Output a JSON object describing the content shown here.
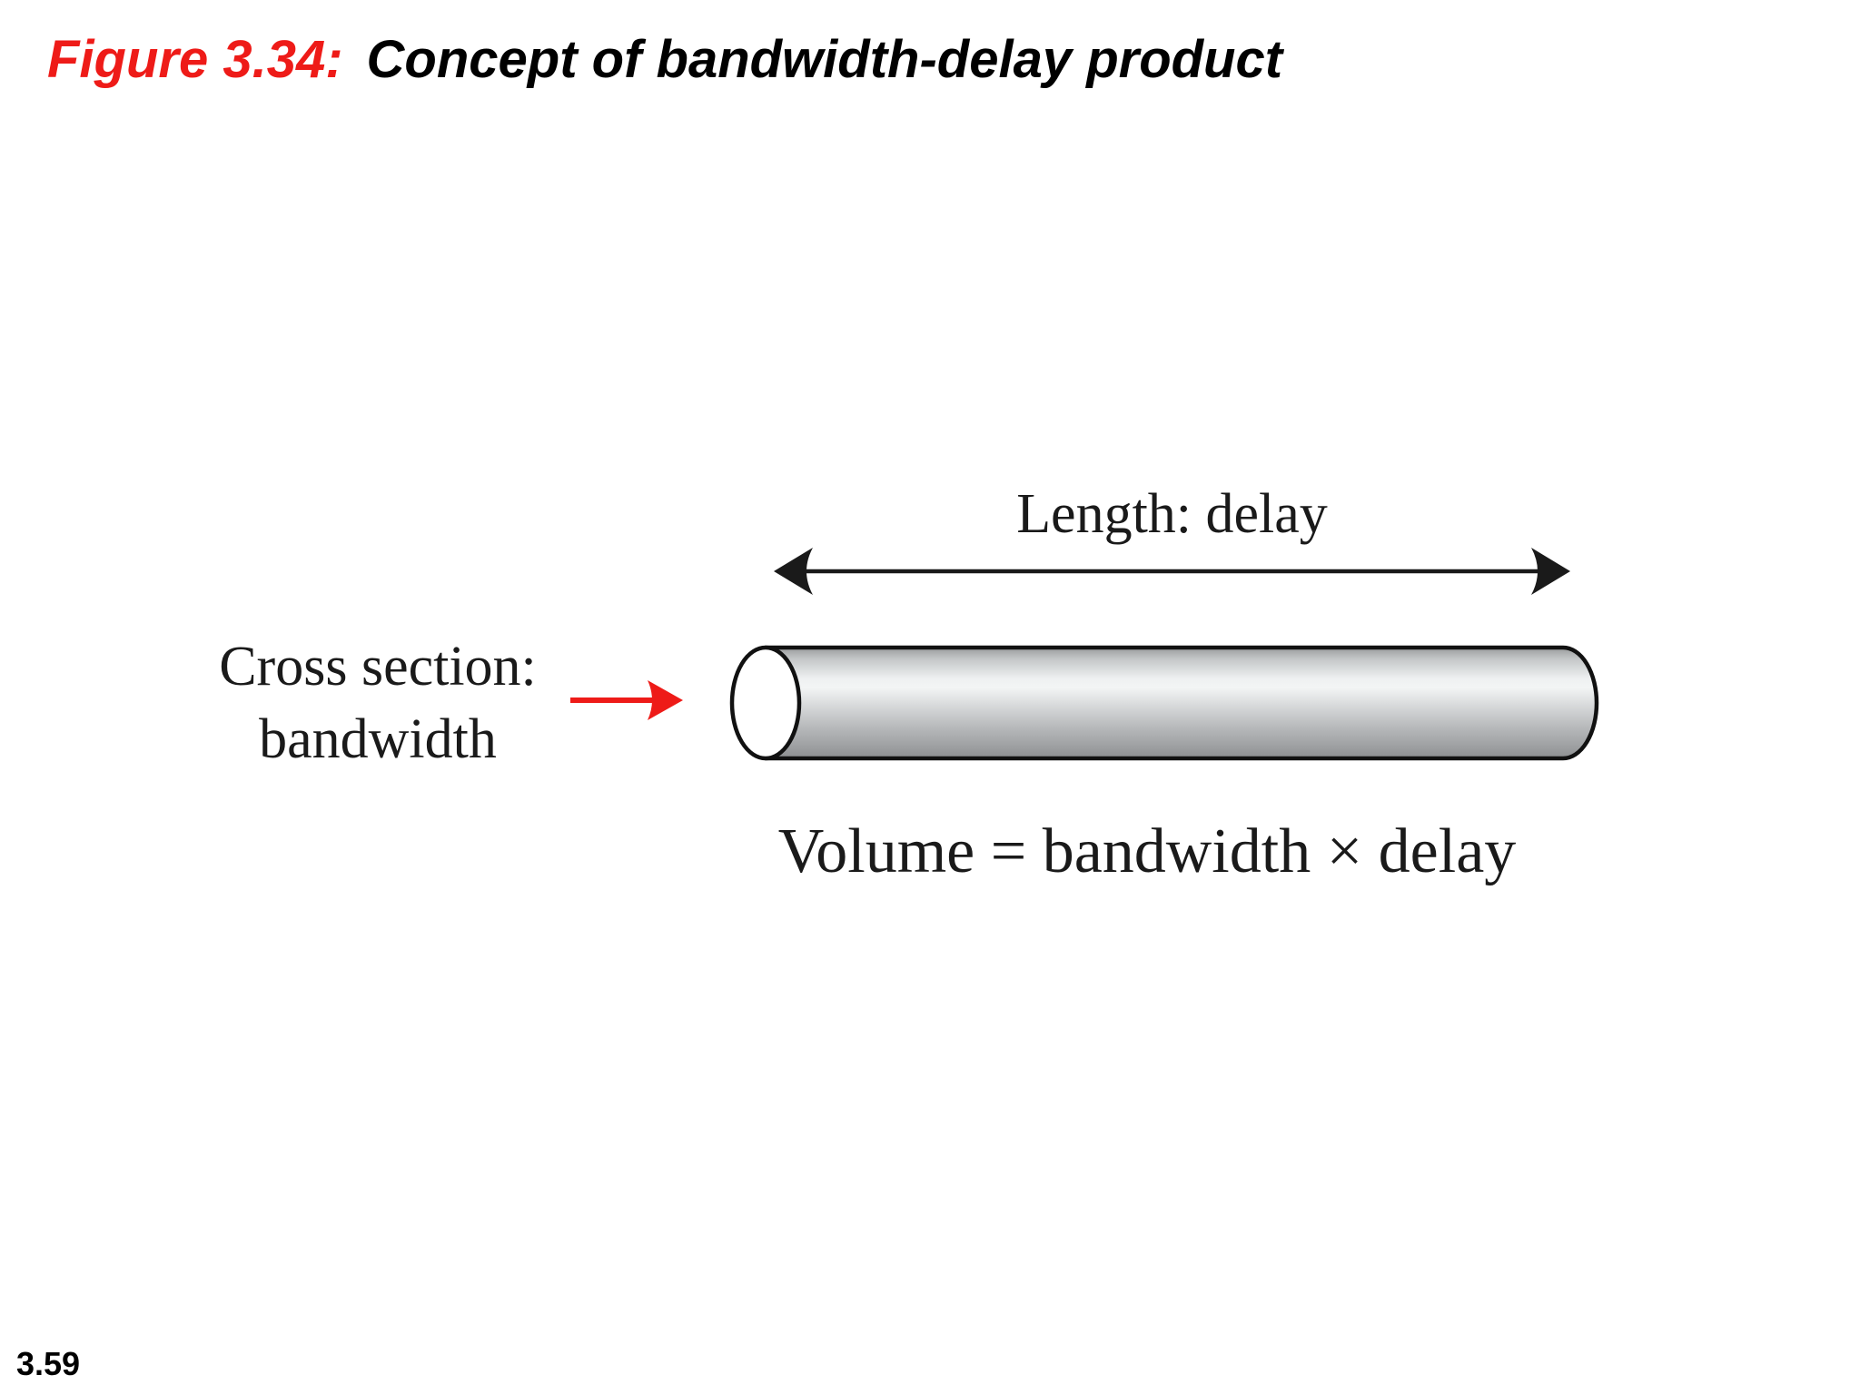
{
  "slide": {
    "title": {
      "figure_label": "Figure 3.34:",
      "caption": "Concept of bandwidth-delay product"
    },
    "diagram": {
      "length_label": "Length: delay",
      "cross_section_line1": "Cross section:",
      "cross_section_line2": "bandwidth",
      "formula": "Volume = bandwidth × delay",
      "shape": "cylinder-pipe"
    },
    "page_number": "3.59",
    "colors": {
      "accent_red": "#ee1b18",
      "text_black": "#1a1a1a",
      "cylinder_highlight": "#f3f5f5",
      "cylinder_shadow": "#8d8f91",
      "cylinder_face": "#ffffff"
    }
  }
}
